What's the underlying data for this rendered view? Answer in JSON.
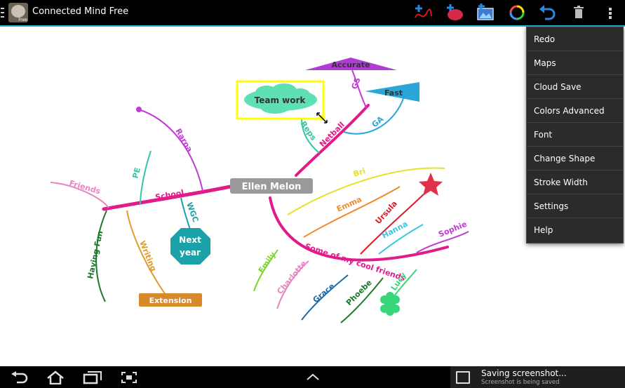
{
  "app": {
    "title": "Connected Mind Free",
    "icon_tag": "Free"
  },
  "toolbar": {
    "icons": [
      "add-link-icon",
      "add-node-icon",
      "add-image-icon",
      "color-wheel-icon",
      "undo-icon",
      "delete-icon",
      "overflow-menu-icon"
    ]
  },
  "overflow_menu": {
    "items": [
      {
        "label": "Redo"
      },
      {
        "label": "Maps"
      },
      {
        "label": "Cloud Save"
      },
      {
        "label": "Colors Advanced"
      },
      {
        "label": "Font"
      },
      {
        "label": "Change Shape"
      },
      {
        "label": "Stroke Width"
      },
      {
        "label": "Settings"
      },
      {
        "label": "Help"
      }
    ]
  },
  "mindmap": {
    "central": "Ellen Melon",
    "labels": {
      "school": "School",
      "friends": "Friends",
      "pe": "PE",
      "raroa": "Raroa",
      "wgc": "WGC",
      "having_fun": "Having Fun",
      "writing": "Writing",
      "extension": "Extension",
      "next_year_1": "Next",
      "next_year_2": "year",
      "netball": "Netball",
      "reps": "Reps",
      "team_work": "Team work",
      "accurate": "Accurate",
      "fast": "Fast",
      "gs": "GS",
      "ga": "GA",
      "cool_friends": "Some of my cool friends",
      "bri": "Bri",
      "emma": "Emma",
      "ursula": "Ursula",
      "hanna": "Hanna",
      "sophie": "Sophie",
      "emily": "Emily",
      "charlotte": "Charlotte",
      "grace": "Grace",
      "phoebe": "Phoebe",
      "lucy": "Lucy"
    }
  },
  "status": {
    "saving_title": "Saving screenshot...",
    "saving_sub": "Screenshot is being saved"
  },
  "colors": {
    "accent": "#2ab0d8",
    "branch": "#e21b8a",
    "highlight": "#ffff00"
  }
}
